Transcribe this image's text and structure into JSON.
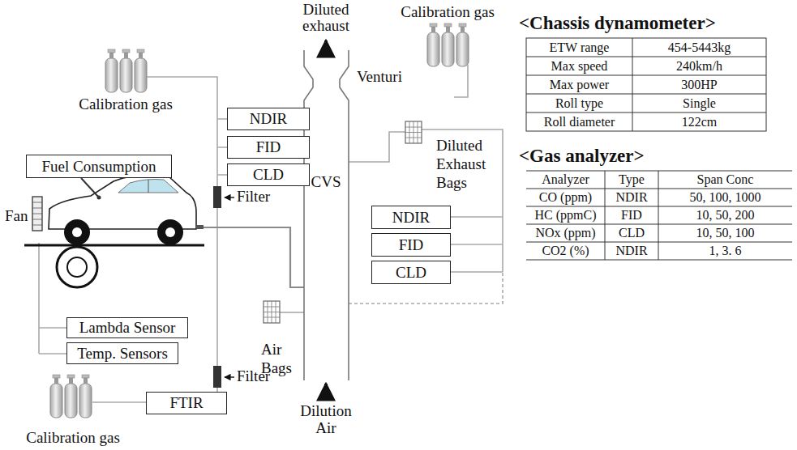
{
  "diagram": {
    "nodes": [
      {
        "text": [
          "NDIR"
        ]
      },
      {
        "text": [
          "FID"
        ]
      },
      {
        "text": [
          "CLD"
        ]
      },
      {
        "text": [
          "Fuel Consumption"
        ]
      },
      {
        "text": [
          "NDIR"
        ]
      },
      {
        "text": [
          "FID"
        ]
      },
      {
        "text": [
          "CLD"
        ]
      },
      {
        "text": [
          "Lambda Sensor"
        ]
      },
      {
        "text": [
          "Temp. Sensors"
        ]
      },
      {
        "text": [
          "FTIR"
        ]
      }
    ],
    "labels": [
      "Diluted exhaust",
      "Calibration gas",
      "<Chassis dynamometer>",
      "Calibration gas",
      "Venturi",
      "Diluted Exhaust Bags",
      "Filter",
      "CVS",
      "Fan",
      "<Gas analyzer>",
      "ETW range",
      "454-5443kg",
      "Max speed",
      "240km/h",
      "Max power",
      "300HP",
      "Roll type",
      "Single",
      "Roll diameter",
      "122cm",
      "Analyzer",
      "Type",
      "Span Conc",
      "CO (ppm)",
      "NDIR",
      "50, 100, 1000",
      "HC (ppmC)",
      "FID",
      "10, 50, 200",
      "NOx (ppm)",
      "CLD",
      "10, 50, 100",
      "CO2 (%)",
      "NDIR",
      "1, 3. 6",
      "Air Bags",
      "Filter",
      "Dilution Air",
      "Calibration gas"
    ]
  }
}
